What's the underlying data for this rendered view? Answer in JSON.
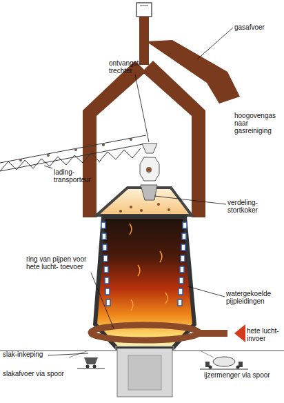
{
  "diagram": {
    "labels": [
      "gasafvoer",
      "ontvangst- trechter",
      "hoogovengas naar gasreiniging",
      "lading- transporteur",
      "verdeling- stortkoker",
      "ring van pijpen voor hete lucht- toevoer",
      "watergekoelde pijpleidingen",
      "hete lucht- invoer",
      "slak-inkeping",
      "slakafvoer via spoor",
      "ijzermenger via spoor"
    ]
  }
}
